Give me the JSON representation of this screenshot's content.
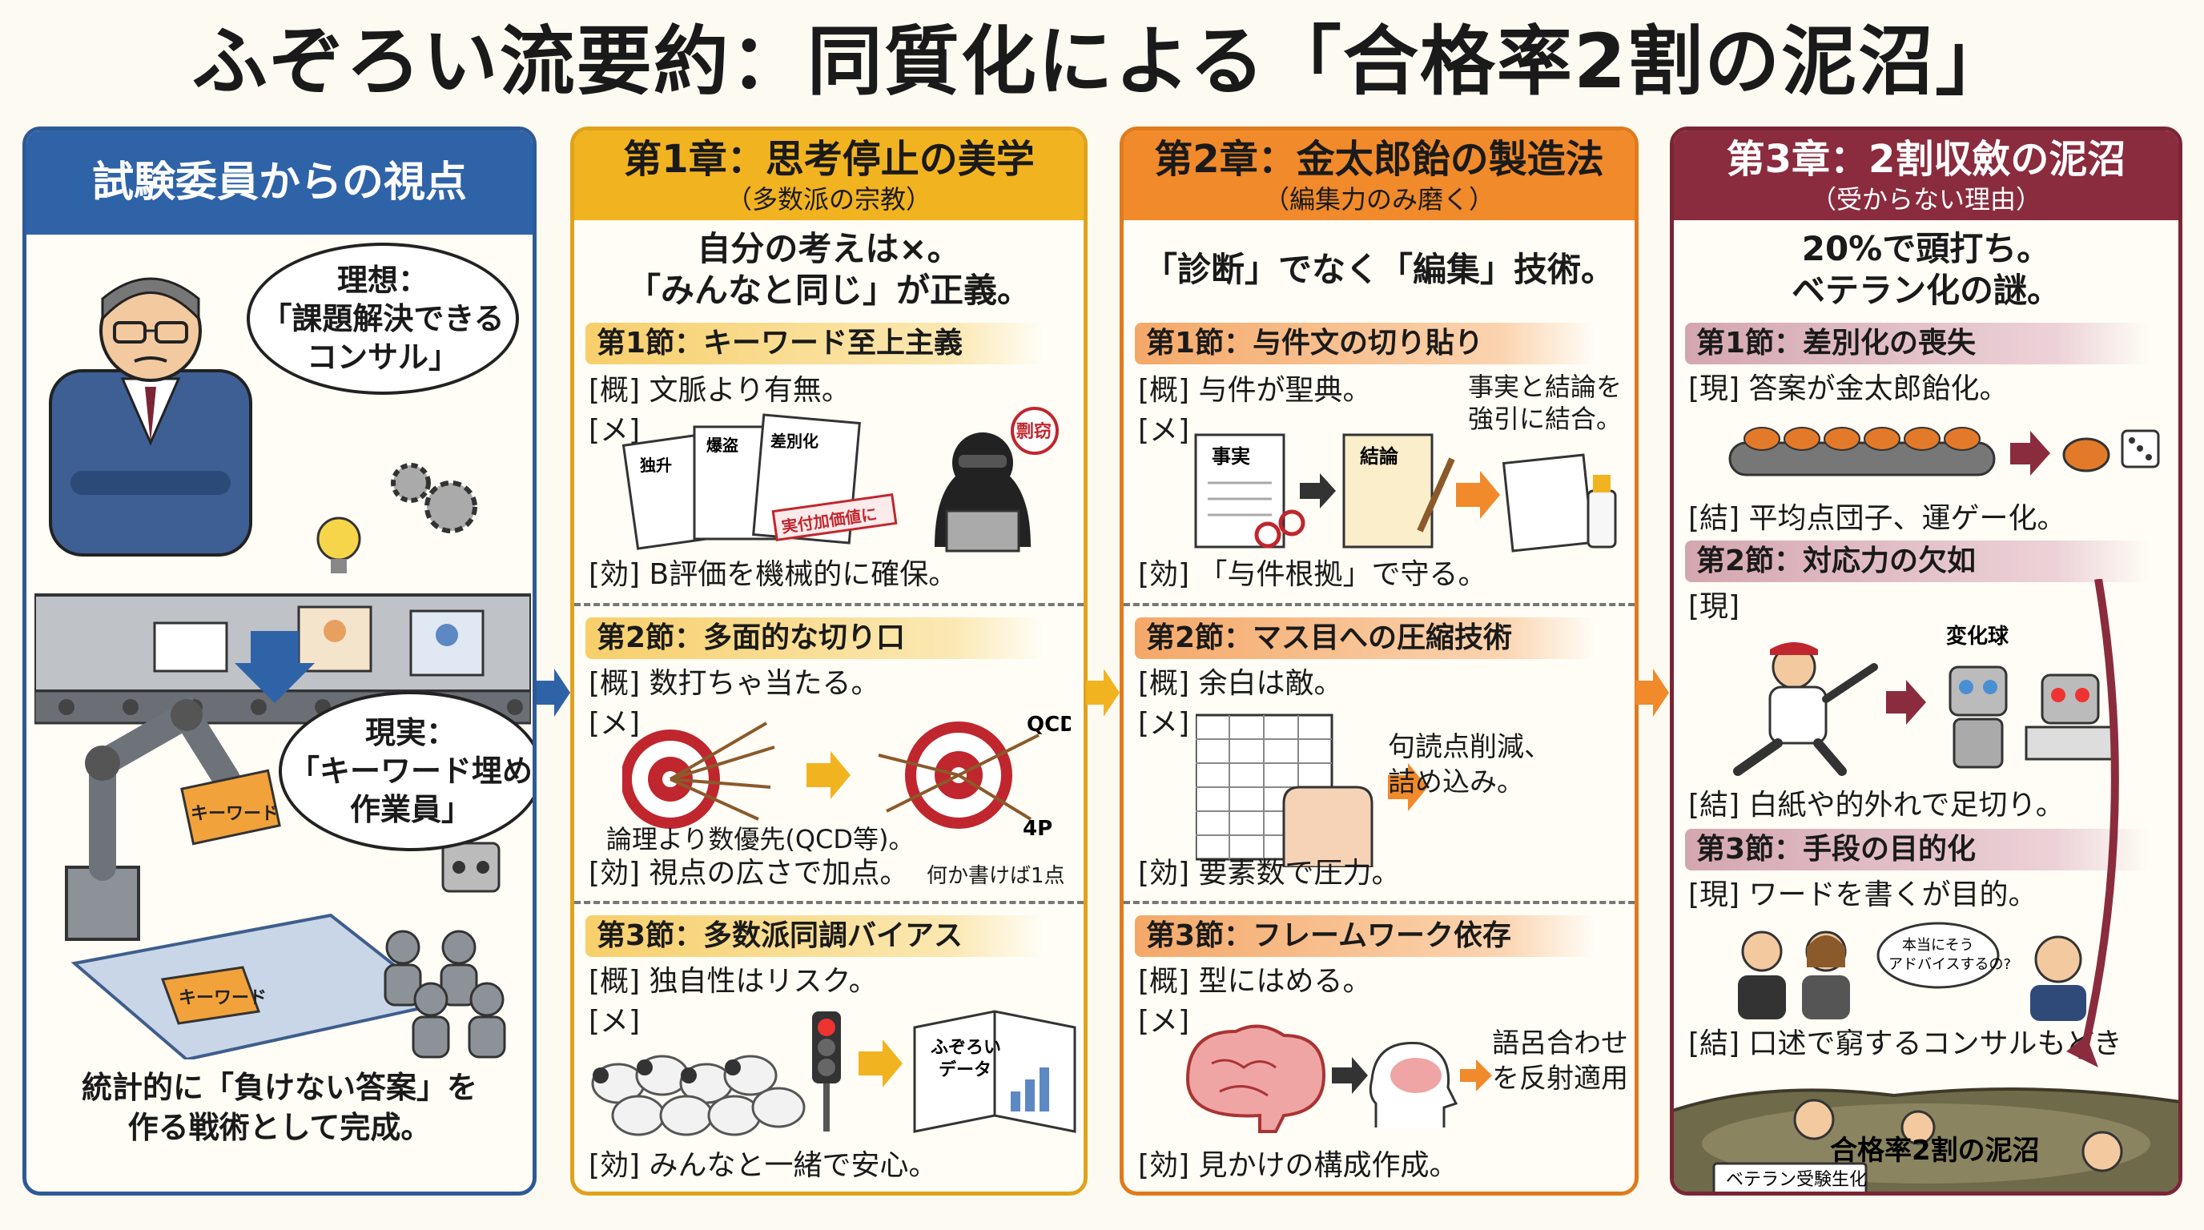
{
  "title": "ふぞろい流要約：同質化による「合格率2割の泥沼」",
  "p0": {
    "title": "試験委員からの視点",
    "ideal": [
      "理想：",
      "「課題解決できる",
      "コンサル」"
    ],
    "real": [
      "現実：",
      "「キーワード埋め",
      "作業員」"
    ],
    "puzzle1": "キーワード",
    "puzzle2": "キーワード",
    "concl": [
      "統計的に「負けない答案」を",
      "作る戦術として完成。"
    ]
  },
  "p1": {
    "title": "第1章：思考停止の美学",
    "sub": "（多数派の宗教）",
    "intro": [
      "自分の考えは×。",
      "「みんなと同じ」が正義。"
    ],
    "s1": {
      "h": "第1節：キーワード至上主義",
      "a": "[概] 文脈より有無。",
      "m": "[メ]",
      "e": "[効] B評価を機械的に確保。",
      "w1": "独升",
      "w2": "爆盗",
      "w3": "差別化",
      "w4": "実付加価値に",
      "stamp": "剽窃"
    },
    "s2": {
      "h": "第2節：多面的な切り口",
      "a": "[概] 数打ちゃ当たる。",
      "m": "[メ]",
      "n": "論理より数優先(QCD等)。",
      "e": "[効] 視点の広さで加点。",
      "e2": "何か書けば1点",
      "l1": "QCD",
      "l2": "4P"
    },
    "s3": {
      "h": "第3節：多数派同調バイアス",
      "a": "[概] 独自性はリスク。",
      "m": "[メ]",
      "e": "[効] みんなと一緒で安心。",
      "book": [
        "ふぞろい",
        "データ"
      ]
    }
  },
  "p2": {
    "title": "第2章：金太郎飴の製造法",
    "sub": "（編集力のみ磨く）",
    "intro": "「診断」でなく「編集」技術。",
    "s1": {
      "h": "第1節：与件文の切り貼り",
      "a": "[概] 与件が聖典。",
      "m": "[メ]",
      "note": [
        "事実と結論を",
        "強引に結合。"
      ],
      "d1": "事実",
      "d2": "結論",
      "e": "[効] 「与件根拠」で守る。"
    },
    "s2": {
      "h": "第2節：マス目への圧縮技術",
      "a": "[概] 余白は敵。",
      "m": "[メ]",
      "note": [
        "句読点削減、",
        "詰め込み。"
      ],
      "e": "[効] 要素数で圧力。"
    },
    "s3": {
      "h": "第3節：フレームワーク依存",
      "a": "[概] 型にはめる。",
      "m": "[メ]",
      "note": [
        "語呂合わせ",
        "を反射適用"
      ],
      "e": "[効] 見かけの構成作成。"
    }
  },
  "p3": {
    "title": "第3章：2割収斂の泥沼",
    "sub": "（受からない理由）",
    "intro": [
      "20%で頭打ち。",
      "ベテラン化の謎。"
    ],
    "s1": {
      "h": "第1節：差別化の喪失",
      "a": "[現] 答案が金太郎飴化。",
      "r": "[結] 平均点団子、運ゲー化。"
    },
    "s2": {
      "h": "第2節：対応力の欠如",
      "a": "[現]",
      "lbl": "変化球",
      "r": "[結] 白紙や的外れで足切り。"
    },
    "s3": {
      "h": "第3節：手段の目的化",
      "a": "[現] ワードを書くが目的。",
      "speech": [
        "本当にそう",
        "アドバイスするの?"
      ],
      "r": "[結] 口述で窮するコンサルもどき"
    },
    "swamp": "合格率2割の泥沼",
    "sign": "ベテラン受験生化"
  },
  "colors": {
    "blue": "#2f63a8",
    "yellow": "#f2b321",
    "orange": "#f08a2a",
    "maroon": "#8a2c3e"
  }
}
